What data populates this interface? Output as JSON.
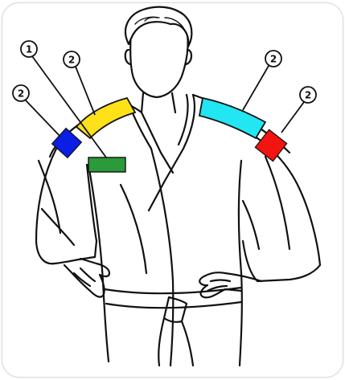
{
  "callouts": [
    {
      "id": "c1",
      "label": "1"
    },
    {
      "id": "c2a",
      "label": "2"
    },
    {
      "id": "c2b",
      "label": "2"
    },
    {
      "id": "c2c",
      "label": "2"
    },
    {
      "id": "c2d",
      "label": "2"
    }
  ],
  "markers": {
    "yellow_shoulder": "#ffe11a",
    "cyan_shoulder": "#22e6f2",
    "blue_square": "#0a1ee6",
    "red_square": "#f2140f",
    "green_rect": "#2a9a3a"
  },
  "line_color": "#111111"
}
